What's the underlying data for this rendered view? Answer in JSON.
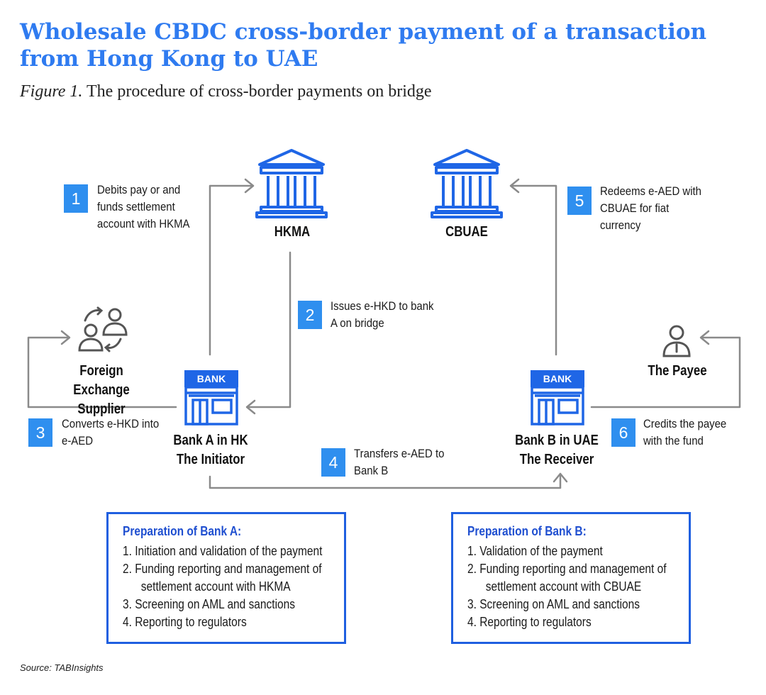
{
  "title": "Wholesale CBDC cross-border payment of a transaction from Hong Kong to UAE",
  "subtitle": {
    "figure": "Figure 1.",
    "text": "The procedure of cross-border payments on bridge"
  },
  "nodes": {
    "hkma": "HKMA",
    "cbuae": "CBUAE",
    "fx_line1": "Foreign Exchange",
    "fx_line2": "Supplier",
    "bank_a_line1": "Bank A in HK",
    "bank_a_line2": "The Initiator",
    "bank_b_line1": "Bank B in UAE",
    "bank_b_line2": "The Receiver",
    "payee": "The Payee",
    "bank_sign": "BANK"
  },
  "steps": [
    {
      "num": "1",
      "lines": [
        "Debits pay or and",
        "funds settlement",
        "account with HKMA"
      ]
    },
    {
      "num": "2",
      "lines": [
        "Issues e-HKD to bank",
        "A on bridge"
      ]
    },
    {
      "num": "3",
      "lines": [
        "Converts e-HKD into",
        "e-AED"
      ]
    },
    {
      "num": "4",
      "lines": [
        "Transfers e-AED to",
        "Bank B"
      ]
    },
    {
      "num": "5",
      "lines": [
        "Redeems e-AED with",
        "CBUAE for fiat",
        "currency"
      ]
    },
    {
      "num": "6",
      "lines": [
        "Credits the payee",
        "with the fund"
      ]
    }
  ],
  "prep_a": {
    "title": "Preparation of Bank A:",
    "items": [
      "1.  Initiation and validation of the payment",
      "2.  Funding reporting and management of",
      "      settlement account with HKMA",
      "3.  Screening on AML and sanctions",
      "4.  Reporting to regulators"
    ]
  },
  "prep_b": {
    "title": "Preparation of Bank B:",
    "items": [
      "1.  Validation of the payment",
      "2.  Funding reporting and management of",
      "      settlement account with CBUAE",
      "3.  Screening on AML and sanctions",
      "4.  Reporting to regulators"
    ]
  },
  "source": "Source: TABInsights",
  "colors": {
    "title": "#2f7bf0",
    "accent": "#2f8fef",
    "icon": "#1f66e6",
    "arrow": "#8a8a8a"
  }
}
